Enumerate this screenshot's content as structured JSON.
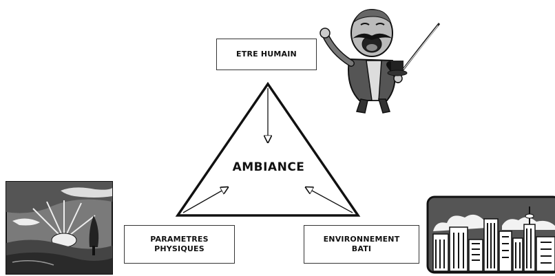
{
  "diagram": {
    "center_label": "AMBIANCE",
    "nodes": {
      "top": {
        "lines": [
          "ETRE HUMAIN"
        ]
      },
      "bottom_left": {
        "lines": [
          "PARAMETRES",
          "PHYSIQUES"
        ]
      },
      "bottom_right": {
        "lines": [
          "ENVIRONNEMENT",
          "BATI"
        ]
      }
    }
  },
  "illustrations": {
    "top_right": "cartoon-man-icon",
    "bottom_left": "landscape-icon",
    "bottom_right": "city-skyline-icon"
  }
}
